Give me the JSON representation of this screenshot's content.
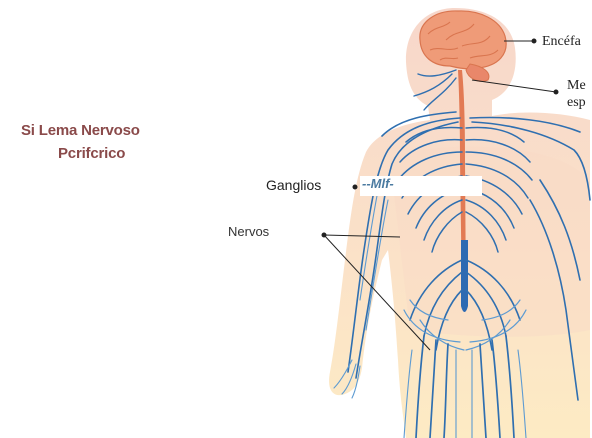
{
  "title": {
    "line1": "Si Lema Nervoso",
    "line2": "Pcrifcrico"
  },
  "labels": {
    "ganglios": "Ganglios",
    "overlay": "--Mlf-",
    "nervos": "Nervos",
    "encefalo": "Encéfa",
    "medula_line1": "Me",
    "medula_line2": "esp"
  },
  "colors": {
    "title": "#8a4a4a",
    "skin": "#fbe3bf",
    "brain": "#ee9a78",
    "spinal_cord": "#e2744e",
    "nerve": "#2f6fb0",
    "nerve_light": "#5d9bd2"
  }
}
